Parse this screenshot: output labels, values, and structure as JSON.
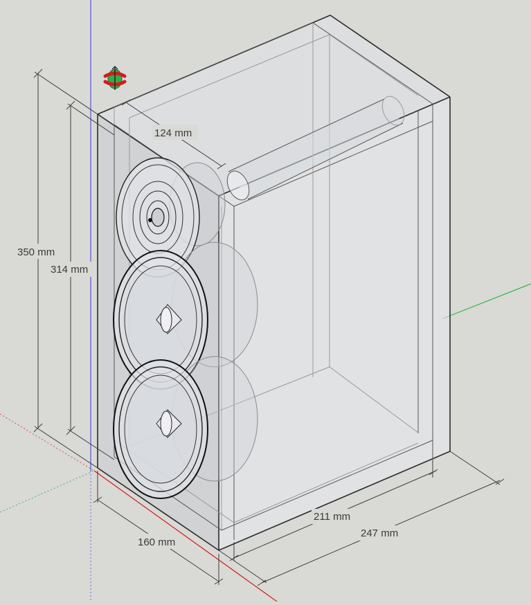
{
  "dimensions": {
    "overall_height": "350 mm",
    "inner_height": "314 mm",
    "port_offset": "124 mm",
    "front_width": "160 mm",
    "inner_depth": "211 mm",
    "overall_depth": "247 mm"
  },
  "axes": {
    "red": "#d21c1c",
    "green": "#2db84a",
    "blue": "#3a3ad8"
  },
  "icons": {
    "orbit_tool": "orbit-icon"
  }
}
